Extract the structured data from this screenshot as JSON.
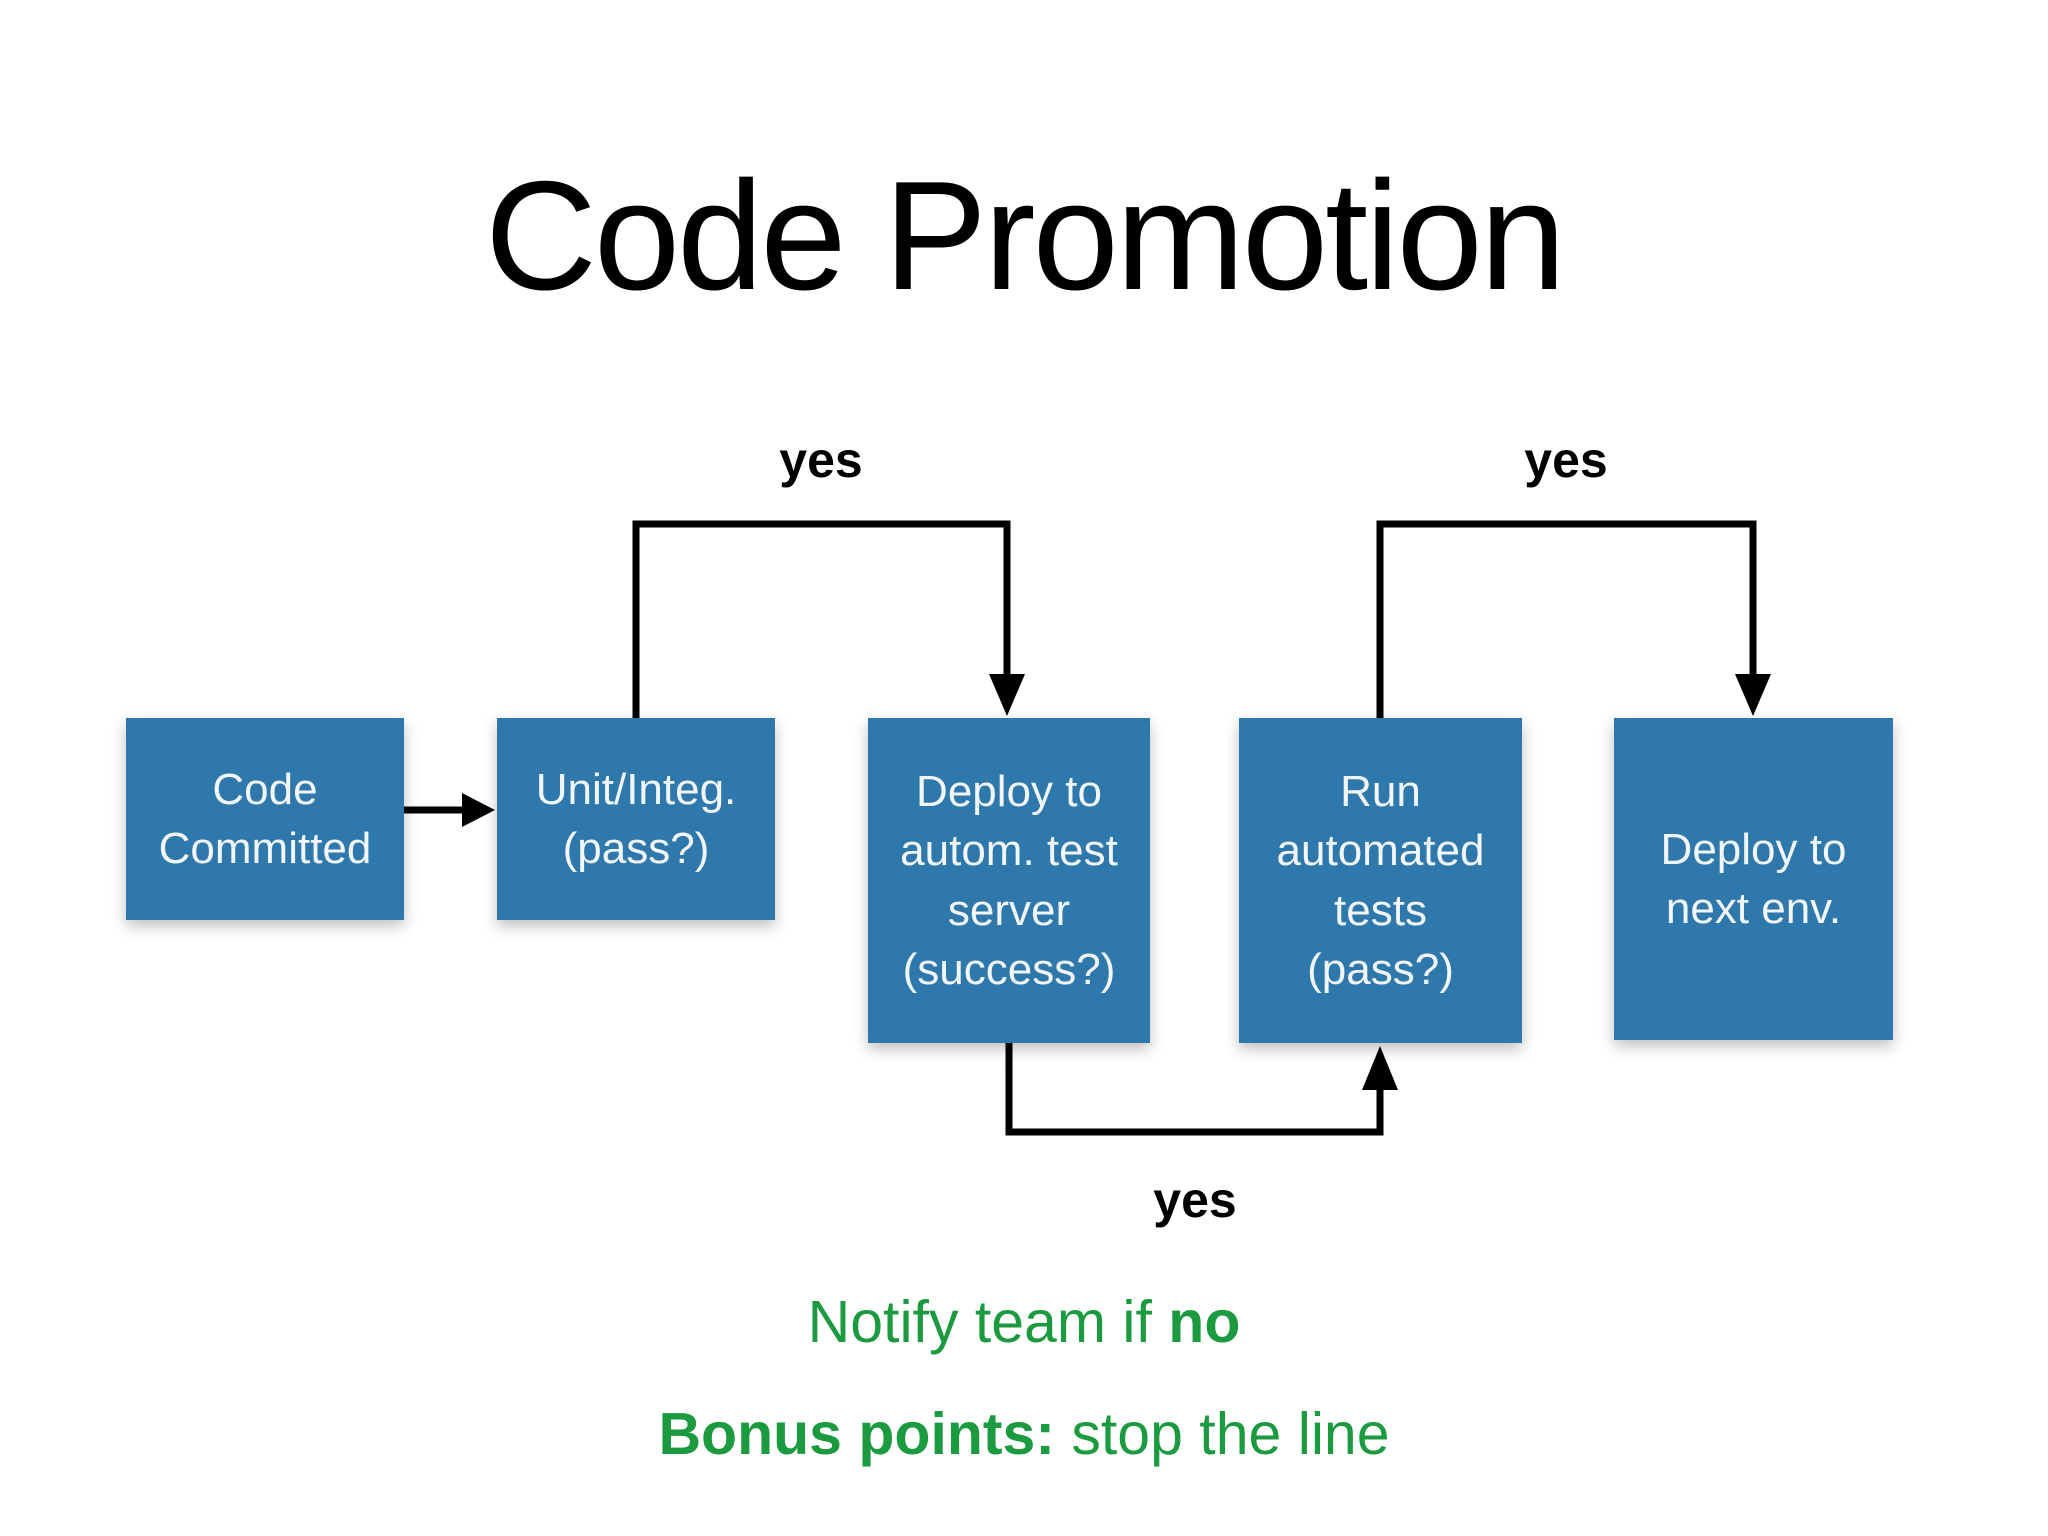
{
  "title": "Code Promotion",
  "colors": {
    "box_blue": "#2f78ab",
    "box_text": "#f2f6f8",
    "arrow_black": "#000000",
    "green": "#1b9a3f"
  },
  "flow": {
    "boxes": [
      {
        "id": "code-committed",
        "label": "Code\nCommitted"
      },
      {
        "id": "unit-integ",
        "label": "Unit/Integ.\n(pass?)"
      },
      {
        "id": "deploy-test",
        "label": "Deploy to\nautom. test\nserver\n(success?)"
      },
      {
        "id": "run-tests",
        "label": "Run\nautomated\ntests\n(pass?)"
      },
      {
        "id": "deploy-next",
        "label": "Deploy to\nnext env."
      }
    ],
    "edge_labels": {
      "top_left": "yes",
      "top_right": "yes",
      "bottom": "yes"
    }
  },
  "notes": {
    "line1_regular": "Notify team if ",
    "line1_bold": "no",
    "line2_bold": "Bonus points:",
    "line2_regular": " stop the line"
  }
}
